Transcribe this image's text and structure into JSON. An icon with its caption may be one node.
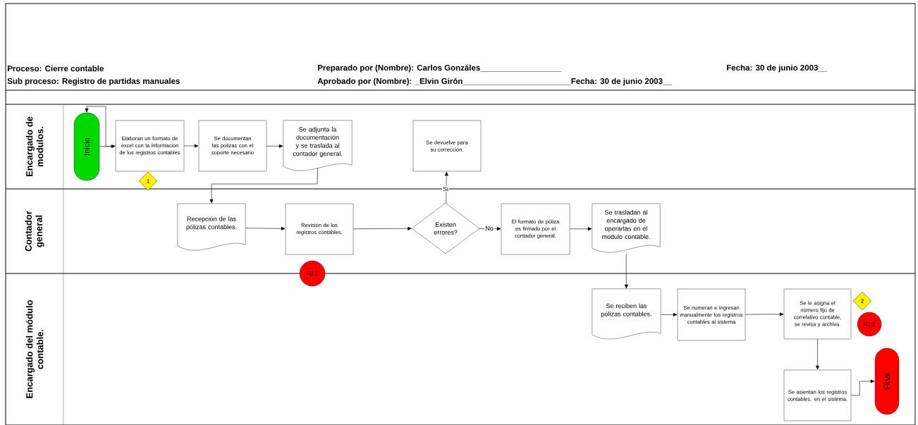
{
  "diagram": {
    "nodes": [
      {
        "text": [
          "Encargado de modulos."
        ]
      },
      {
        "text": [
          "Contador general"
        ]
      },
      {
        "text": [
          "Encargado del módulo contable."
        ]
      },
      {
        "text": [
          "Inicio"
        ]
      },
      {
        "text": [
          "Elaboran un formato de excel con la información de los registros contables"
        ]
      },
      {
        "text": [
          "Se documentan las polizas con el soporte necesario"
        ]
      },
      {
        "text": [
          "Se adjunta la documentación y se traslada al contador general."
        ]
      },
      {
        "text": [
          "Se devuelve para su corrección."
        ]
      },
      {
        "text": [
          "1"
        ]
      },
      {
        "text": [
          "Recepción de las pólizas contables."
        ]
      },
      {
        "text": [
          "Revisión de los registros contables."
        ]
      },
      {
        "text": [
          "Existen errores?"
        ]
      },
      {
        "text": [
          "El formato de póliza es firmado por el contador general."
        ]
      },
      {
        "text": [
          "Se trasladan al encargado de operarlas en el modulo contable."
        ]
      },
      {
        "text": [
          "F3.1"
        ]
      },
      {
        "text": [
          "Se reciben las pólizas contables."
        ]
      },
      {
        "text": [
          "Se numeran e ingresan manualmente los registros contables al sistema"
        ]
      },
      {
        "text": [
          "Se le asigna el número fijo de correlativo contable, se revisa y archiva."
        ]
      },
      {
        "text": [
          "2"
        ]
      },
      {
        "text": [
          "F3.2"
        ]
      },
      {
        "text": [
          "Se asientan los registros contables. en el sistema."
        ]
      },
      {
        "text": [
          "Final"
        ]
      }
    ],
    "edges": [
      {
        "from": 3,
        "to": 4,
        "arrow": "to"
      },
      {
        "from": 4,
        "to": 3,
        "arrow": "to"
      },
      {
        "from": 4,
        "to": 5,
        "arrow": "to"
      },
      {
        "from": 5,
        "to": 6,
        "arrow": "to"
      },
      {
        "from": 6,
        "to": 9,
        "arrow": "to"
      },
      {
        "from": 9,
        "to": 10,
        "arrow": "to"
      },
      {
        "from": 10,
        "to": 11,
        "arrow": "to"
      },
      {
        "from": 11,
        "to": 7,
        "arrow": "to",
        "label": "Si"
      },
      {
        "from": 11,
        "to": 12,
        "arrow": "to",
        "label": "No"
      },
      {
        "from": 12,
        "to": 13,
        "arrow": "to"
      },
      {
        "from": 13,
        "to": 15,
        "arrow": "to"
      },
      {
        "from": 15,
        "to": 16,
        "arrow": "to"
      },
      {
        "from": 16,
        "to": 17,
        "arrow": "to"
      },
      {
        "from": 17,
        "to": 20,
        "arrow": "to"
      },
      {
        "from": 20,
        "to": 21,
        "arrow": "to"
      }
    ],
    "labels": [
      "Proceso: Cierre contable",
      "Preparado por  (Nombre): Carlos Gonzáles__________________",
      "Fecha: 30 de junio 2003__",
      "Sub proceso: Registro de partidas manuales",
      "Aprobado por (Nombre):  _Elvin Girón________________________Fecha: 30 de junio 2003__"
    ]
  }
}
